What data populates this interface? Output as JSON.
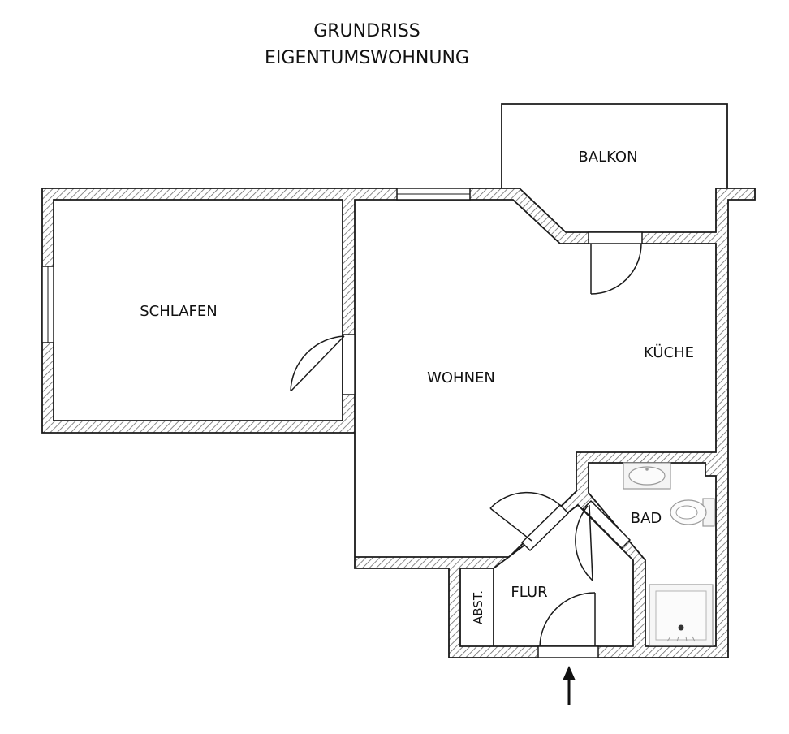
{
  "title": {
    "line1": "GRUNDRISS",
    "line2": "EIGENTUMSWOHNUNG"
  },
  "rooms": {
    "balcony": "BALKON",
    "bedroom": "SCHLAFEN",
    "living": "WOHNEN",
    "kitchen": "KÜCHE",
    "bath": "BAD",
    "hall": "FLUR",
    "storage": "ABST."
  },
  "colors": {
    "wall": "#1a1a1a",
    "hatch": "#6b6b6b",
    "fixture": "#9a9a9a",
    "background": "#ffffff"
  },
  "icons": {
    "entrance": "arrow-up-icon",
    "door": "door-swing-icon",
    "window": "window-icon",
    "sink": "sink-icon",
    "toilet": "toilet-icon",
    "shower": "shower-tray-icon"
  }
}
